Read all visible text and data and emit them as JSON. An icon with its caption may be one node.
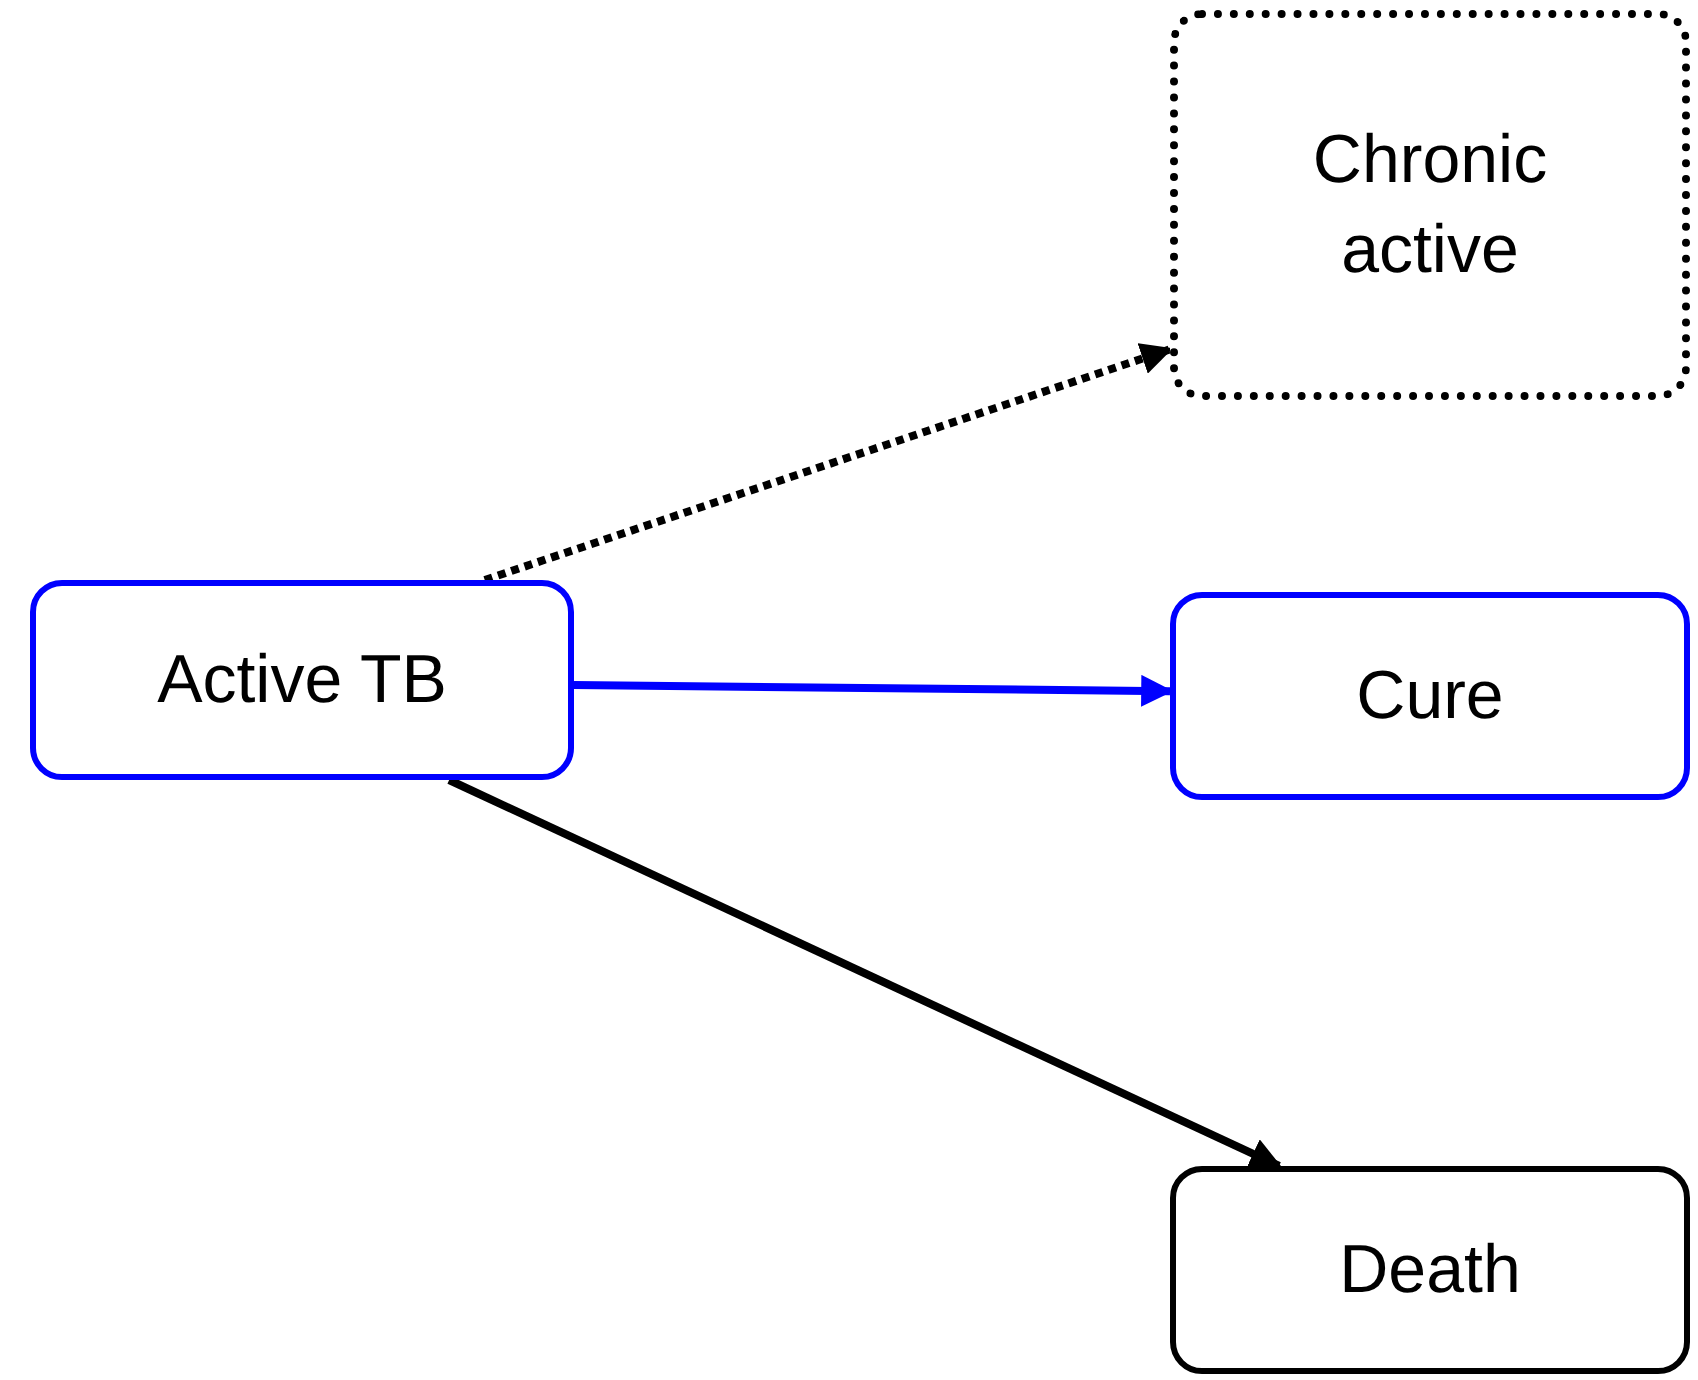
{
  "diagram": {
    "nodes": [
      {
        "text": [
          "Active TB"
        ]
      },
      {
        "text": [
          "Chronic active"
        ]
      },
      {
        "text": [
          "Cure"
        ]
      },
      {
        "text": [
          "Death"
        ]
      }
    ],
    "edges": [
      {
        "from": 0,
        "to": 1,
        "arrow": "to",
        "style": "dashed"
      },
      {
        "from": 0,
        "to": 2,
        "arrow": "to",
        "color": "#0000ff"
      },
      {
        "from": 0,
        "to": 3,
        "arrow": "to"
      }
    ]
  }
}
